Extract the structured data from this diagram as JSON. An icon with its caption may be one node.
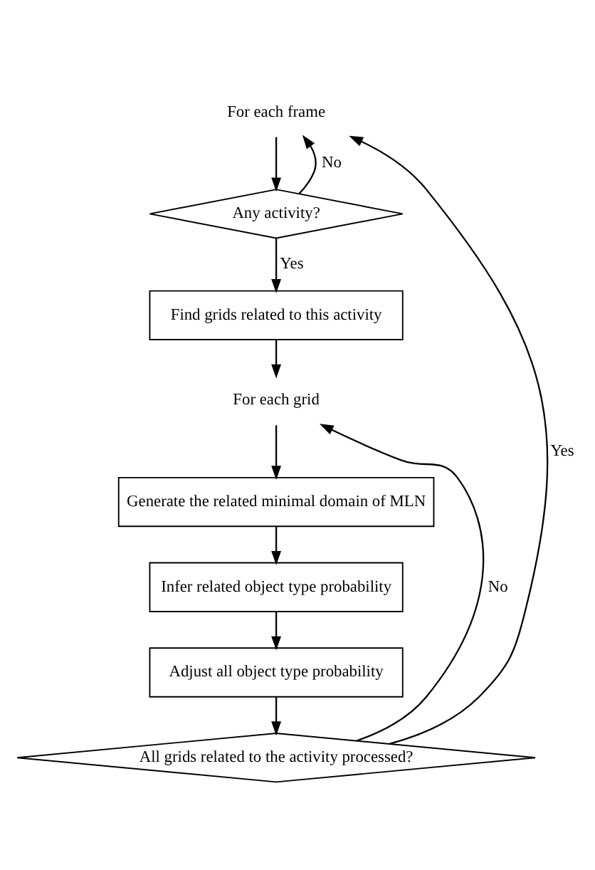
{
  "diagram": {
    "nodes": [
      {
        "text": [
          "For each frame"
        ]
      },
      {
        "text": [
          "Any activity?"
        ]
      },
      {
        "text": [
          "Find grids related to this activity"
        ]
      },
      {
        "text": [
          "For each grid"
        ]
      },
      {
        "text": [
          "Generate the related minimal domain of MLN"
        ]
      },
      {
        "text": [
          "Infer related object type probability"
        ]
      },
      {
        "text": [
          "Adjust all object type probability"
        ]
      },
      {
        "text": [
          "All grids related to the activity processed?"
        ]
      }
    ],
    "edges": [
      {
        "from": 0,
        "to": 1,
        "arrow": "to"
      },
      {
        "from": 1,
        "to": 0,
        "arrow": "to",
        "label": "No"
      },
      {
        "from": 1,
        "to": 2,
        "arrow": "to",
        "label": "Yes"
      },
      {
        "from": 2,
        "to": 3,
        "arrow": "to"
      },
      {
        "from": 3,
        "to": 4,
        "arrow": "to"
      },
      {
        "from": 4,
        "to": 5,
        "arrow": "to"
      },
      {
        "from": 5,
        "to": 6,
        "arrow": "to"
      },
      {
        "from": 6,
        "to": 7,
        "arrow": "to"
      },
      {
        "from": 7,
        "to": 0,
        "arrow": "to",
        "label": "Yes"
      },
      {
        "from": 7,
        "to": 3,
        "arrow": "to",
        "label": "No"
      }
    ]
  }
}
